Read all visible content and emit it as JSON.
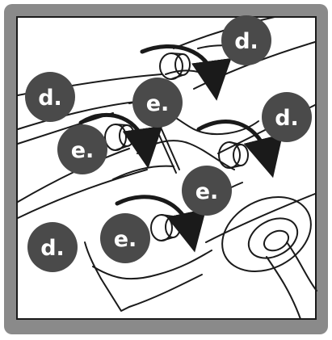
{
  "colors": {
    "frame": "#8a8a8a",
    "line": "#1a1a1a",
    "badge": "#4a4a4a",
    "badge_text": "#ffffff",
    "background": "#ffffff"
  },
  "labels": {
    "d_top": "d.",
    "d_left": "d.",
    "d_right": "d.",
    "d_bottom": "d.",
    "e_upper": "e.",
    "e_left": "e.",
    "e_center": "e.",
    "e_lower": "e."
  }
}
